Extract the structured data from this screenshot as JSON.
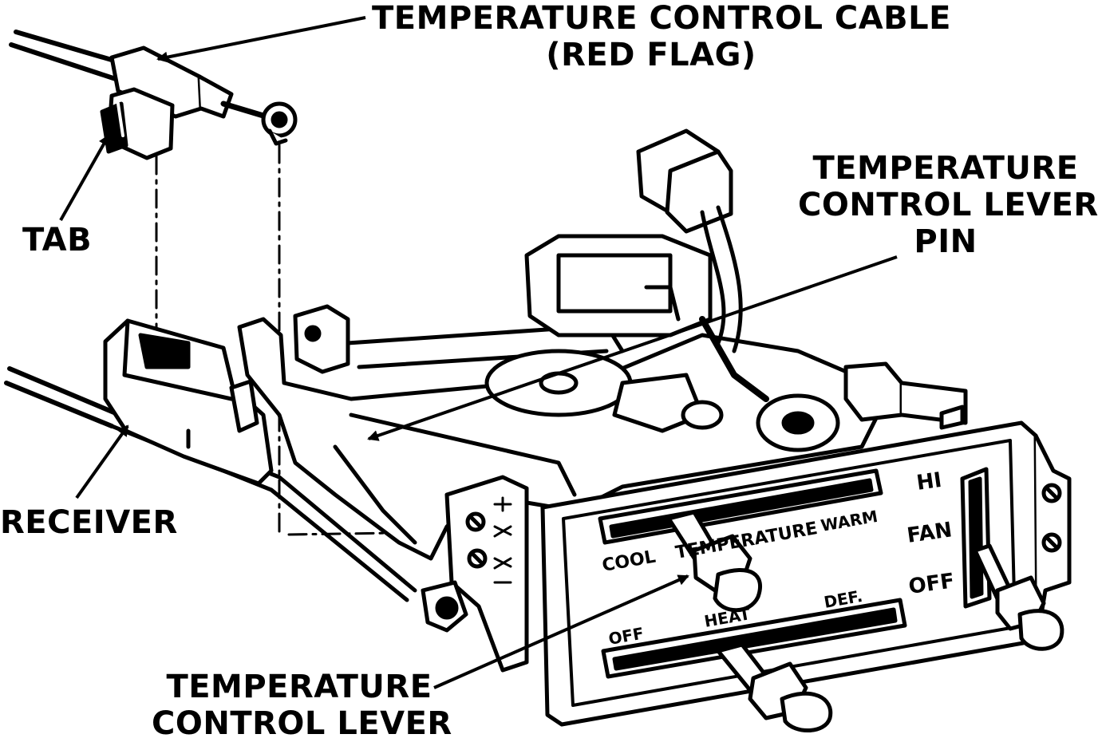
{
  "callouts": {
    "cable": [
      "TEMPERATURE CONTROL CABLE",
      "(RED FLAG)"
    ],
    "tab": [
      "TAB"
    ],
    "receiver": [
      "RECEIVER"
    ],
    "lever_pin": [
      "TEMPERATURE",
      "CONTROL LEVER",
      "PIN"
    ],
    "lever": [
      "TEMPERATURE",
      "CONTROL LEVER"
    ]
  },
  "panel": {
    "top_left": "COOL",
    "top_mid": "TEMPERATURE",
    "top_right": "WARM",
    "bottom_left": "OFF",
    "bottom_mid": "HEAT",
    "bottom_right": "DEF.",
    "fan_hi": "HI",
    "fan_label": "FAN",
    "fan_off": "OFF"
  }
}
